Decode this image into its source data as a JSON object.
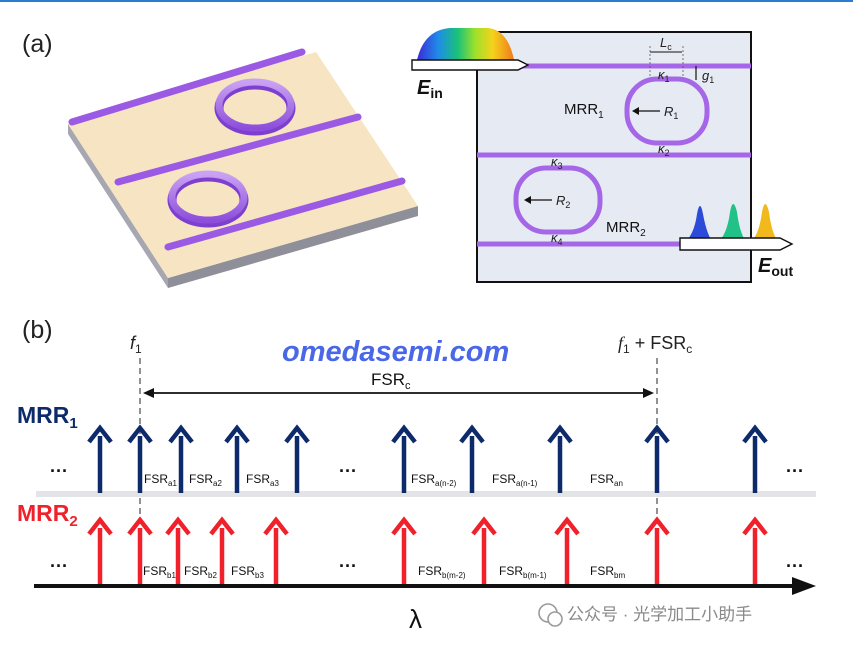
{
  "panel_a": {
    "label": "(a)",
    "e_in": "E",
    "e_in_sub": "in",
    "e_out": "E",
    "e_out_sub": "out",
    "lc": "L",
    "lc_sub": "c",
    "g1": "g",
    "g1_sub": "1",
    "k1": "κ",
    "k1_sub": "1",
    "k2": "κ",
    "k2_sub": "2",
    "k3": "κ",
    "k3_sub": "3",
    "k4": "κ",
    "k4_sub": "4",
    "r1": "R",
    "r1_sub": "1",
    "r2": "R",
    "r2_sub": "2",
    "mrr1": "MRR",
    "mrr1_sub": "1",
    "mrr2": "MRR",
    "mrr2_sub": "2"
  },
  "panel_b": {
    "label": "(b)",
    "f1": "f",
    "f1_sub": "1",
    "f1_fsr_f": "f",
    "f1_fsr_sub1": "1",
    "f1_fsr_plus": " + FSR",
    "f1_fsr_sub2": "c",
    "fsrc_main": "FSR",
    "fsrc_sub": "c",
    "mrr1": "MRR",
    "mrr1_sub": "1",
    "mrr2": "MRR",
    "mrr2_sub": "2",
    "lambda": "λ",
    "ellipsis": "···",
    "fsr_a": [
      {
        "main": "FSR",
        "sub": "a1"
      },
      {
        "main": "FSR",
        "sub": "a2"
      },
      {
        "main": "FSR",
        "sub": "a3"
      },
      {
        "main": "FSR",
        "sub": "a(n-2)"
      },
      {
        "main": "FSR",
        "sub": "a(n-1)"
      },
      {
        "main": "FSR",
        "sub": "an"
      }
    ],
    "fsr_b": [
      {
        "main": "FSR",
        "sub": "b1"
      },
      {
        "main": "FSR",
        "sub": "b2"
      },
      {
        "main": "FSR",
        "sub": "b3"
      },
      {
        "main": "FSR",
        "sub": "b(m-2)"
      },
      {
        "main": "FSR",
        "sub": "b(m-1)"
      },
      {
        "main": "FSR",
        "sub": "bm"
      }
    ],
    "colors": {
      "mrr1": "#0d2a6b",
      "mrr2": "#f0212a",
      "axis": "#111111",
      "guide": "#777777"
    }
  },
  "watermark": "omedasemi.com",
  "wechat_text": "公众号 · 光学加工小助手",
  "colors": {
    "waveguide": "#a567e8",
    "chip": "#f7e4c3",
    "frame_bg": "#e6ebf3",
    "top_rule": "#2c7bd1"
  }
}
